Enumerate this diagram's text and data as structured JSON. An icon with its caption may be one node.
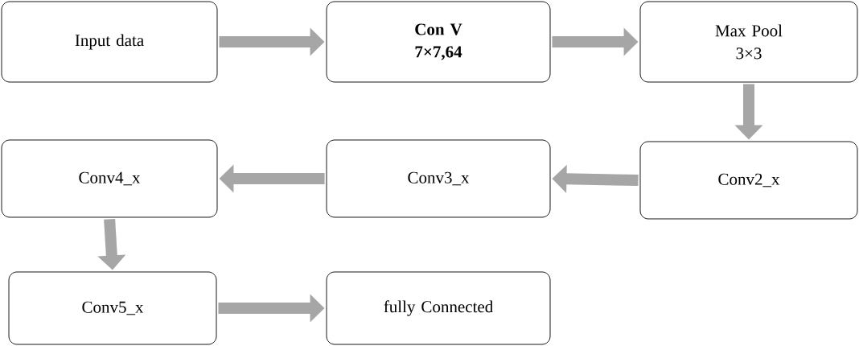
{
  "diagram": {
    "nodes": [
      {
        "text": [
          "Input data"
        ]
      },
      {
        "text": [
          "Con V",
          "7×7,64"
        ]
      },
      {
        "text": [
          "Max Pool",
          "3×3"
        ]
      },
      {
        "text": [
          "Conv4_x"
        ]
      },
      {
        "text": [
          "Conv3_x"
        ]
      },
      {
        "text": [
          "Conv2_x"
        ]
      },
      {
        "text": [
          "Conv5_x"
        ]
      },
      {
        "text": [
          "fully Connected"
        ]
      }
    ],
    "edges": [
      {
        "from": 0,
        "to": 1,
        "arrow": "to"
      },
      {
        "from": 1,
        "to": 2,
        "arrow": "to"
      },
      {
        "from": 2,
        "to": 5,
        "arrow": "to"
      },
      {
        "from": 5,
        "to": 4,
        "arrow": "to"
      },
      {
        "from": 4,
        "to": 3,
        "arrow": "to"
      },
      {
        "from": 3,
        "to": 6,
        "arrow": "to"
      },
      {
        "from": 6,
        "to": 7,
        "arrow": "to"
      }
    ]
  }
}
